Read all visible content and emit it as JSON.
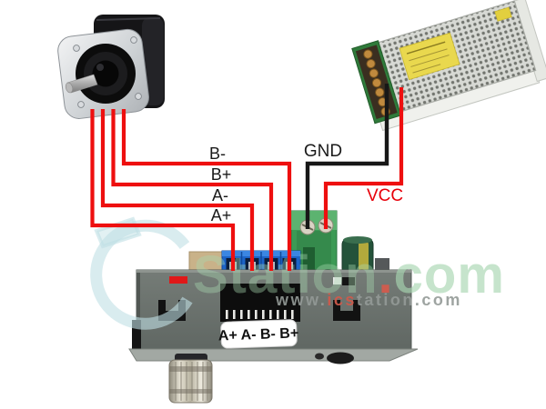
{
  "diagram": {
    "wire_labels": {
      "b_minus": "B-",
      "b_plus": "B+",
      "a_minus": "A-",
      "a_plus": "A+",
      "gnd": "GND",
      "vcc": "VCC"
    },
    "board": {
      "terminal_strip_label": "A+ A- B- B+"
    },
    "watermark": {
      "big_left": "Station",
      "big_dot": ".",
      "big_right": "com",
      "small_prefix": "www.",
      "small_red": "ics",
      "small_suffix": "tation.com"
    },
    "colors": {
      "wire_red": "#ee0f0f",
      "wire_black": "#171717",
      "label_black": "#1a1a1a",
      "vcc_red": "#e8000a",
      "terminal_blue": "#1c64c8",
      "terminal_green": "#3c9a55",
      "panel_gray": "#6d746f",
      "watermark_green": "rgba(168,214,176,0.55)",
      "watermark_red": "rgba(221,88,73,0.85)",
      "watermark_gray": "rgba(148,154,151,0.85)",
      "watermark_teal": "rgba(191,224,229,0.6)"
    }
  }
}
